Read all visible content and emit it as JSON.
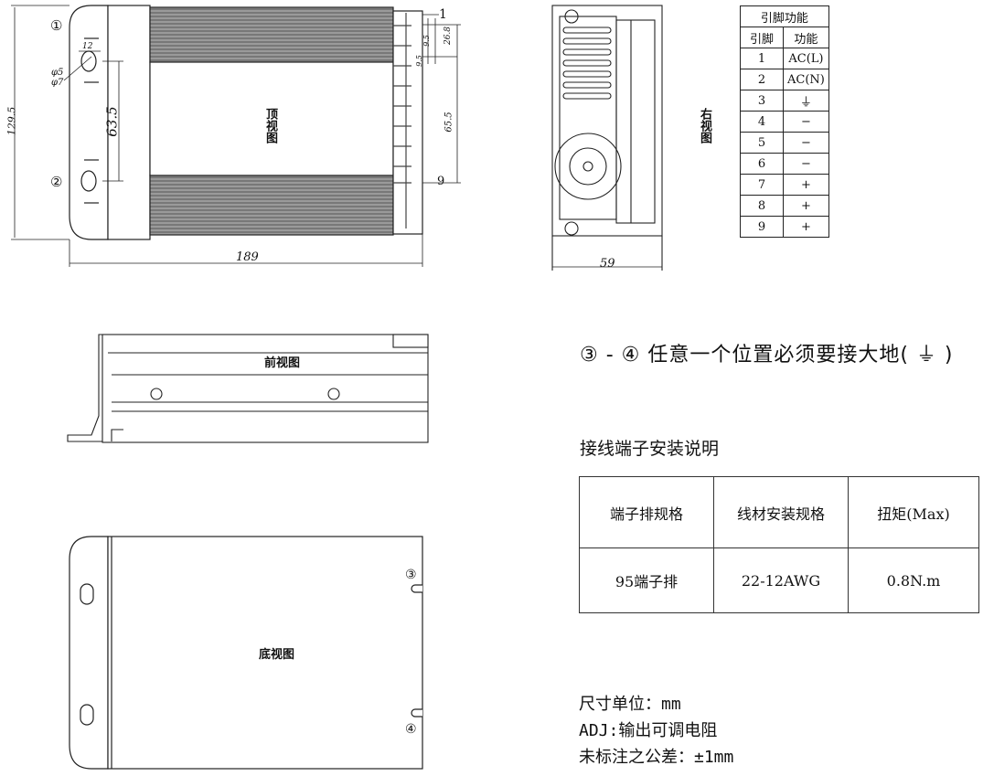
{
  "top_view": {
    "title": "顶视图",
    "pin_first": "1",
    "pin_last": "9",
    "marker_1": "①",
    "marker_2": "②",
    "dim_width": "189",
    "dim_height": "129.5",
    "dim_hole_spacing": "63.5",
    "dim_pin_span": "65.5",
    "dim_top_offset": "26.8",
    "dim_pitch_a": "9.5",
    "dim_pitch_b": "9.5",
    "dim_hole_offset": "12",
    "dim_hole_d1": "φ5",
    "dim_hole_d2": "φ7"
  },
  "right_view": {
    "title": "右视图",
    "dim_width": "59"
  },
  "front_view": {
    "title": "前视图"
  },
  "bottom_view": {
    "title": "底视图",
    "marker_3": "③",
    "marker_4": "④"
  },
  "pin_table": {
    "title": "引脚功能",
    "col_pin": "引脚",
    "col_func": "功能",
    "rows": [
      {
        "pin": "1",
        "func": "AC(L)"
      },
      {
        "pin": "2",
        "func": "AC(N)"
      },
      {
        "pin": "3",
        "func": "⏚"
      },
      {
        "pin": "4",
        "func": "−"
      },
      {
        "pin": "5",
        "func": "−"
      },
      {
        "pin": "6",
        "func": "−"
      },
      {
        "pin": "7",
        "func": "+"
      },
      {
        "pin": "8",
        "func": "+"
      },
      {
        "pin": "9",
        "func": "+"
      }
    ]
  },
  "ground_note": "③ - ④ 任意一个位置必须要接大地( ⏚ )",
  "terminal": {
    "title": "接线端子安装说明",
    "headers": [
      "端子排规格",
      "线材安装规格",
      "扭矩(Max)"
    ],
    "values": [
      "95端子排",
      "22-12AWG",
      "0.8N.m"
    ]
  },
  "notes": [
    "尺寸单位：mm",
    "ADJ:输出可调电阻",
    "未标注之公差：±1mm"
  ]
}
